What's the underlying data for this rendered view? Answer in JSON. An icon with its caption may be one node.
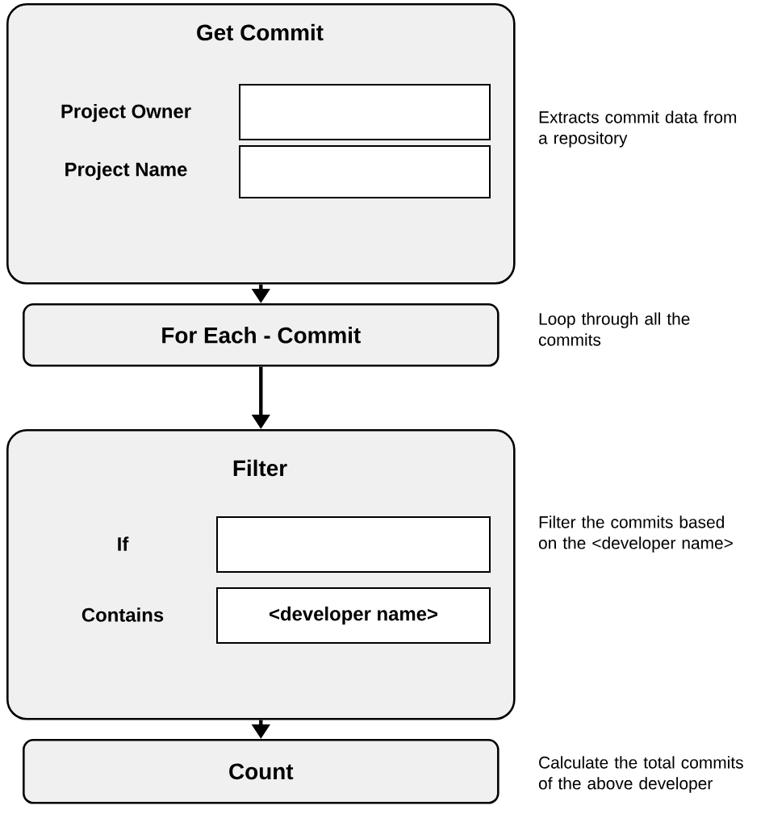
{
  "diagram": {
    "nodes": [
      {
        "text": [
          "Get Commit",
          "Project Owner",
          "Project Name"
        ],
        "beside": [
          "Extracts commit data from a repository"
        ]
      },
      {
        "text": [],
        "shape": "box",
        "in": 0
      },
      {
        "text": [],
        "shape": "box",
        "in": 0
      },
      {
        "text": [
          "For Each - Commit"
        ],
        "beside": [
          "Loop through all the commits"
        ]
      },
      {
        "text": [
          "Filter",
          "If",
          "Contains"
        ],
        "beside": [
          "Filter the commits based on the <developer name>"
        ]
      },
      {
        "text": [],
        "shape": "box",
        "in": 4
      },
      {
        "text": [
          "<developer name>"
        ],
        "in": 4
      },
      {
        "text": [
          "Count"
        ],
        "beside": [
          "Calculate the total commits of the above developer"
        ]
      }
    ],
    "edges": [
      {
        "from": 0,
        "to": 3,
        "arrow": "to"
      },
      {
        "from": 3,
        "to": 4,
        "arrow": "to"
      },
      {
        "from": 4,
        "to": 7,
        "arrow": "to"
      }
    ]
  }
}
